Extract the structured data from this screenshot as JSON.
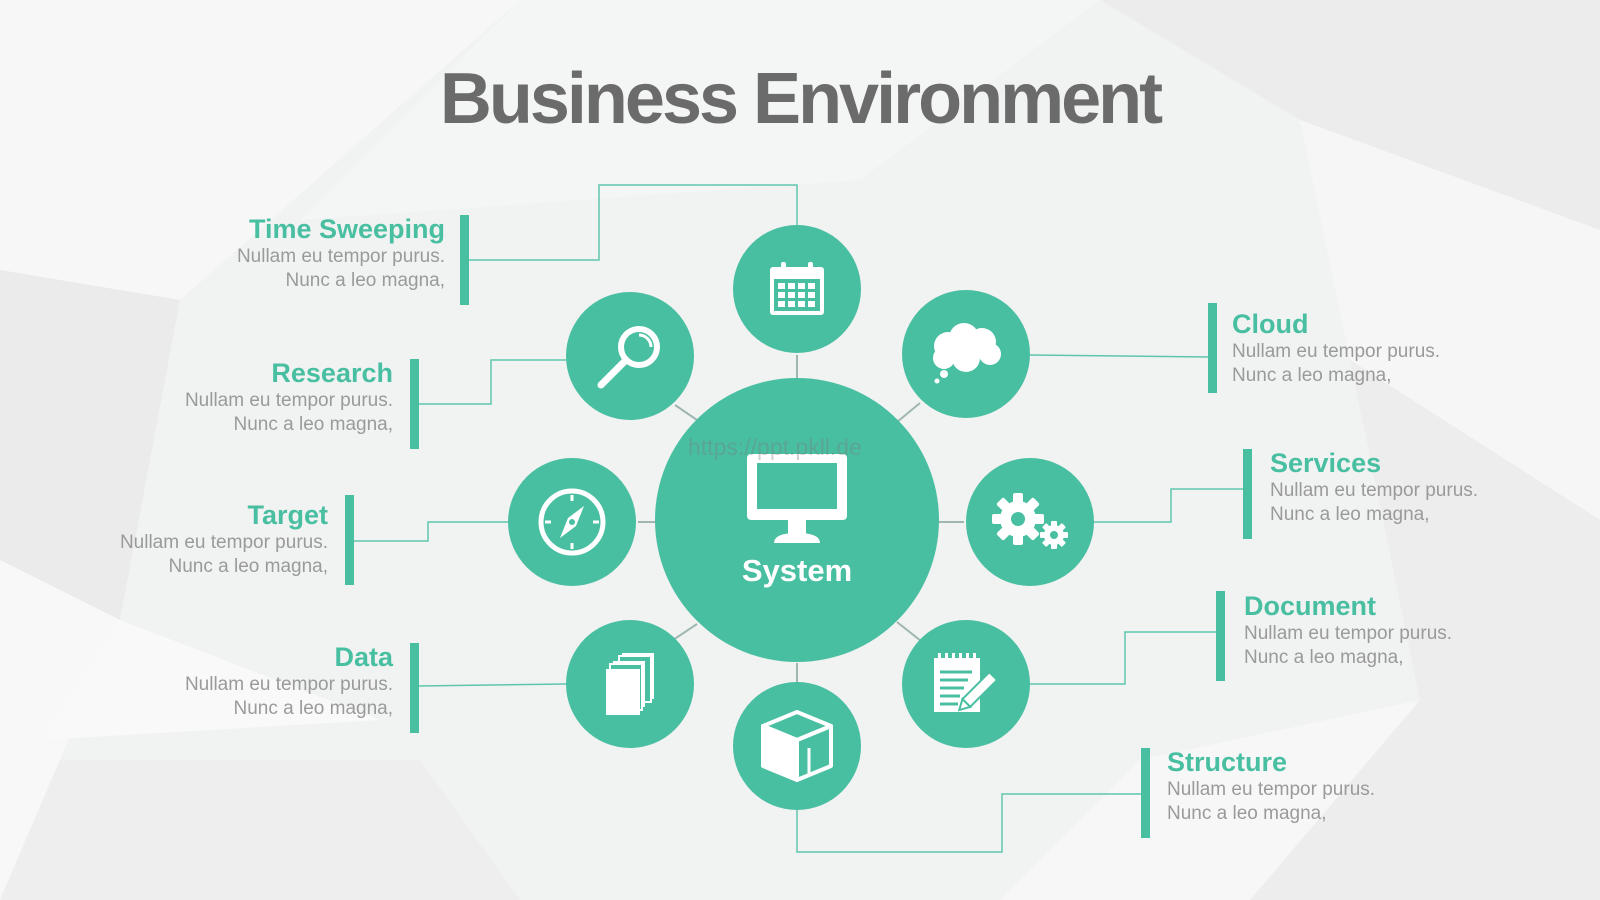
{
  "title": "Business Environment",
  "watermark": "https://ppt.pkll.de",
  "colors": {
    "accent": "#49bfa2",
    "title": "#6b6b6b",
    "text": "#9a9a9a",
    "line": "#5fc6ad"
  },
  "center": {
    "label": "System",
    "icon": "monitor-icon"
  },
  "nodes": [
    {
      "id": "time-sweeping",
      "icon": "calendar-icon",
      "title": "Time Sweeping",
      "line1": "Nullam eu tempor purus.",
      "line2": "Nunc a leo magna,"
    },
    {
      "id": "research",
      "icon": "magnifier-icon",
      "title": "Research",
      "line1": "Nullam eu tempor purus.",
      "line2": "Nunc a leo magna,"
    },
    {
      "id": "target",
      "icon": "compass-icon",
      "title": "Target",
      "line1": "Nullam eu tempor purus.",
      "line2": "Nunc a leo magna,"
    },
    {
      "id": "data",
      "icon": "documents-icon",
      "title": "Data",
      "line1": "Nullam eu tempor purus.",
      "line2": "Nunc a leo magna,"
    },
    {
      "id": "cloud",
      "icon": "cloud-icon",
      "title": "Cloud",
      "line1": "Nullam eu tempor purus.",
      "line2": "Nunc a leo magna,"
    },
    {
      "id": "services",
      "icon": "gears-icon",
      "title": "Services",
      "line1": "Nullam eu tempor purus.",
      "line2": "Nunc a leo magna,"
    },
    {
      "id": "document",
      "icon": "notepad-pencil-icon",
      "title": "Document",
      "line1": "Nullam eu tempor purus.",
      "line2": "Nunc a leo magna,"
    },
    {
      "id": "structure",
      "icon": "cube-icon",
      "title": "Structure",
      "line1": "Nullam eu tempor purus.",
      "line2": "Nunc a leo magna,"
    }
  ]
}
